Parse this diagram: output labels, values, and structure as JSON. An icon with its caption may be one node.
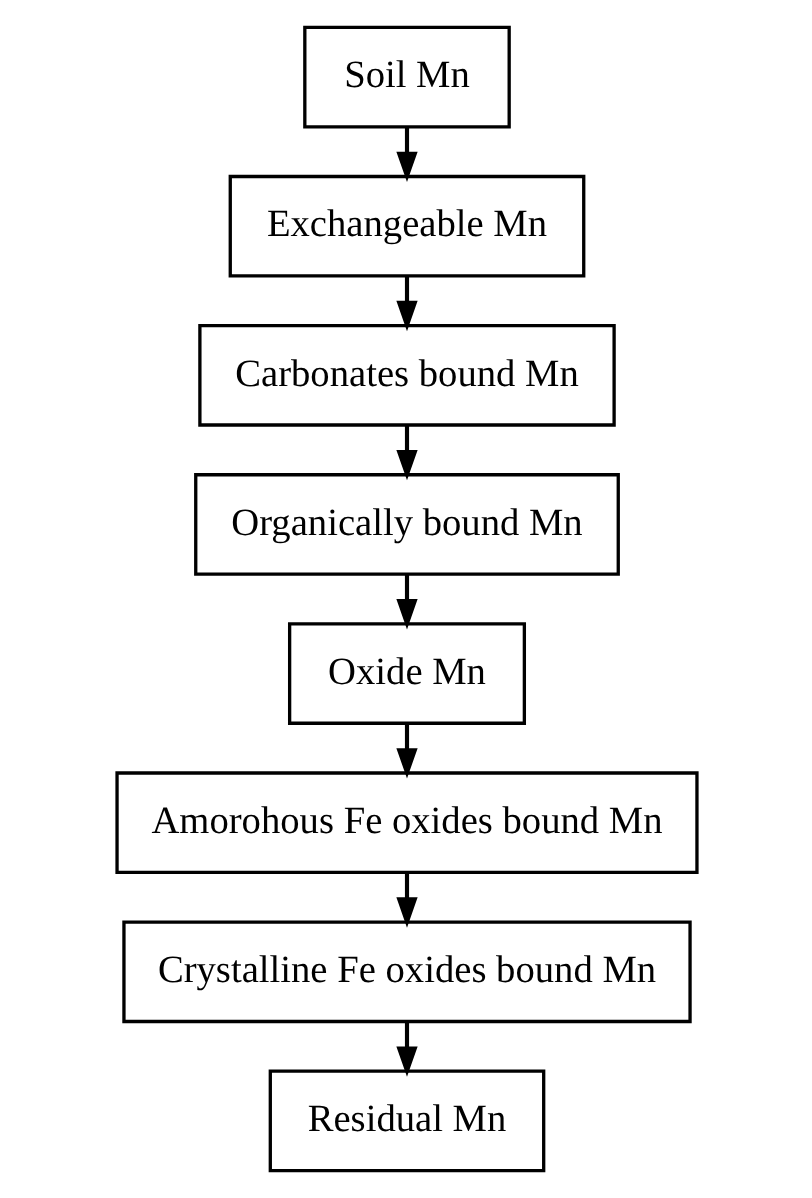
{
  "diagram": {
    "nodes": [
      {
        "text": [
          "Soil Mn"
        ]
      },
      {
        "text": [
          "Exchangeable Mn"
        ]
      },
      {
        "text": [
          "Carbonates bound Mn"
        ]
      },
      {
        "text": [
          "Organically bound Mn"
        ]
      },
      {
        "text": [
          "Oxide Mn"
        ]
      },
      {
        "text": [
          "Amorohous Fe oxides bound Mn"
        ]
      },
      {
        "text": [
          "Crystalline Fe oxides bound Mn"
        ]
      },
      {
        "text": [
          "Residual Mn"
        ]
      }
    ],
    "edges": [
      {
        "from": 0,
        "to": 1,
        "arrow": "to"
      },
      {
        "from": 1,
        "to": 2,
        "arrow": "to"
      },
      {
        "from": 2,
        "to": 3,
        "arrow": "to"
      },
      {
        "from": 3,
        "to": 4,
        "arrow": "to"
      },
      {
        "from": 4,
        "to": 5,
        "arrow": "to"
      },
      {
        "from": 5,
        "to": 6,
        "arrow": "to"
      },
      {
        "from": 6,
        "to": 7,
        "arrow": "to"
      }
    ]
  }
}
